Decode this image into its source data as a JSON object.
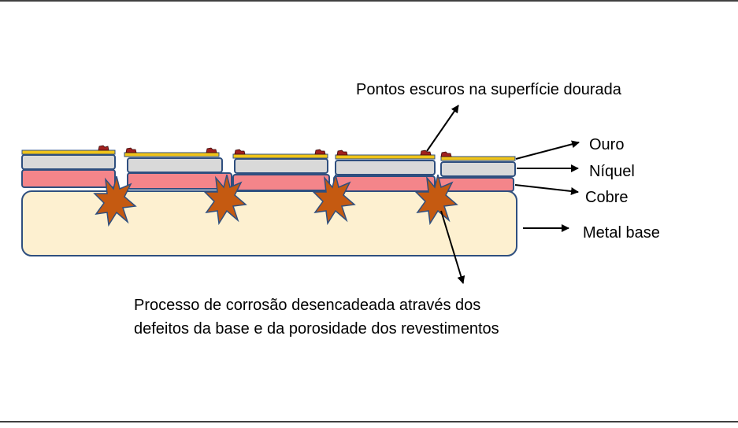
{
  "labels": {
    "dark_spots": "Pontos escuros na superfície dourada",
    "gold": "Ouro",
    "nickel": "Níquel",
    "copper": "Cobre",
    "base_metal": "Metal base",
    "process_line1": "Processo de corrosão desencadeada através dos",
    "process_line2": "defeitos da base e da porosidade dos revestimentos"
  },
  "colors": {
    "gold": "#f0c419",
    "nickel": "#d9d9d9",
    "copper": "#f4858a",
    "base_metal": "#fdf0d0",
    "outline": "#2f4f7f",
    "corrosion": "#c55a11",
    "dark_spot": "#a0201e"
  }
}
